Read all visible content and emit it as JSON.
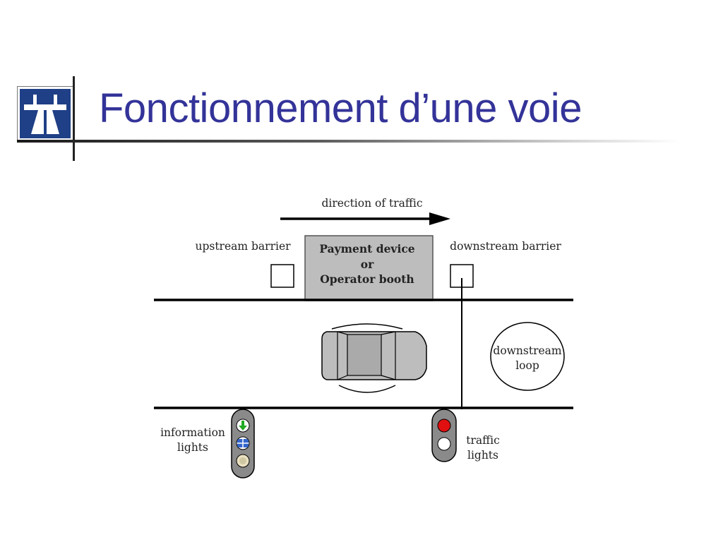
{
  "slide": {
    "title": "Fonctionnement d’une voie",
    "logo_icon": "motorway-sign-icon",
    "accent_color": "#333399"
  },
  "diagram": {
    "direction_label": "direction of traffic",
    "upstream_barrier": "upstream barrier",
    "downstream_barrier": "downstream barrier",
    "booth": {
      "line1": "Payment device",
      "line2": "or",
      "line3": "Operator booth"
    },
    "loop": {
      "line1": "downstream",
      "line2": "loop"
    },
    "info_lights": {
      "line1": "information",
      "line2": "lights"
    },
    "traffic_lights": {
      "line1": "traffic",
      "line2": "lights"
    },
    "colors": {
      "red_light": "#e01010",
      "green_arrow": "#22aa22",
      "blue_sign": "#3366cc",
      "box_fill": "#bdbdbd"
    }
  }
}
